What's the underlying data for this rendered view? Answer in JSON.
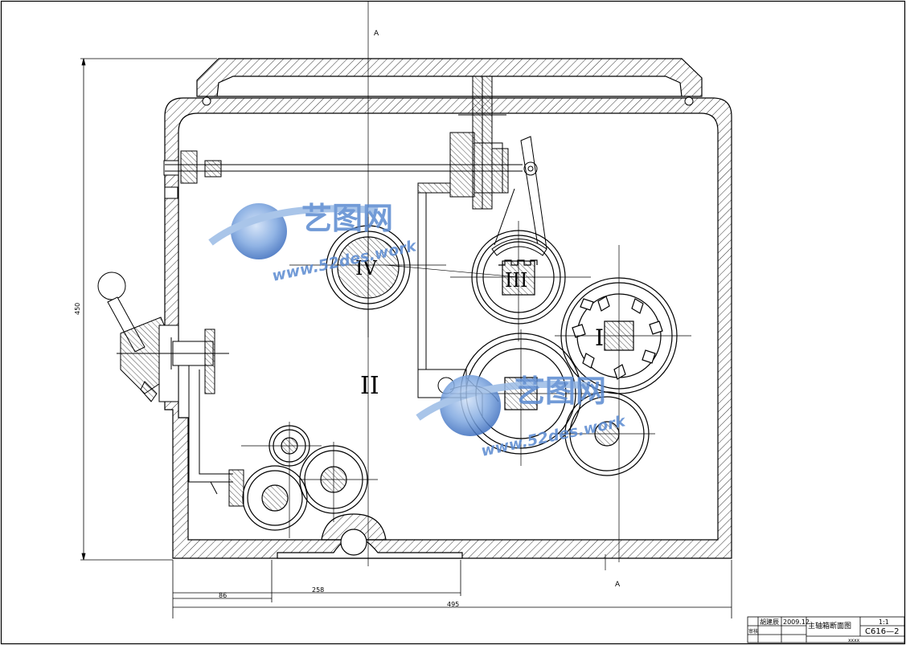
{
  "section_marks": {
    "top": "A",
    "bottom": "A"
  },
  "shaft_labels": {
    "s1": "I",
    "s2": "II",
    "s3": "III",
    "s4": "IV"
  },
  "dimensions": {
    "height": "450",
    "d86": "86",
    "d258": "258",
    "d495": "495"
  },
  "watermark": {
    "brand": "艺图网",
    "url": "www.52des.work"
  },
  "title_block": {
    "designer": "胡建辰",
    "date": "2009.12",
    "checker": "审核",
    "title": "主轴箱断面图",
    "scale": "1:1",
    "drawing_no": "C616—2",
    "note": "xxxx"
  },
  "colors": {
    "line": "#000000",
    "watermark": "#4a7fc9",
    "watermark_light": "#9bbbe6"
  }
}
